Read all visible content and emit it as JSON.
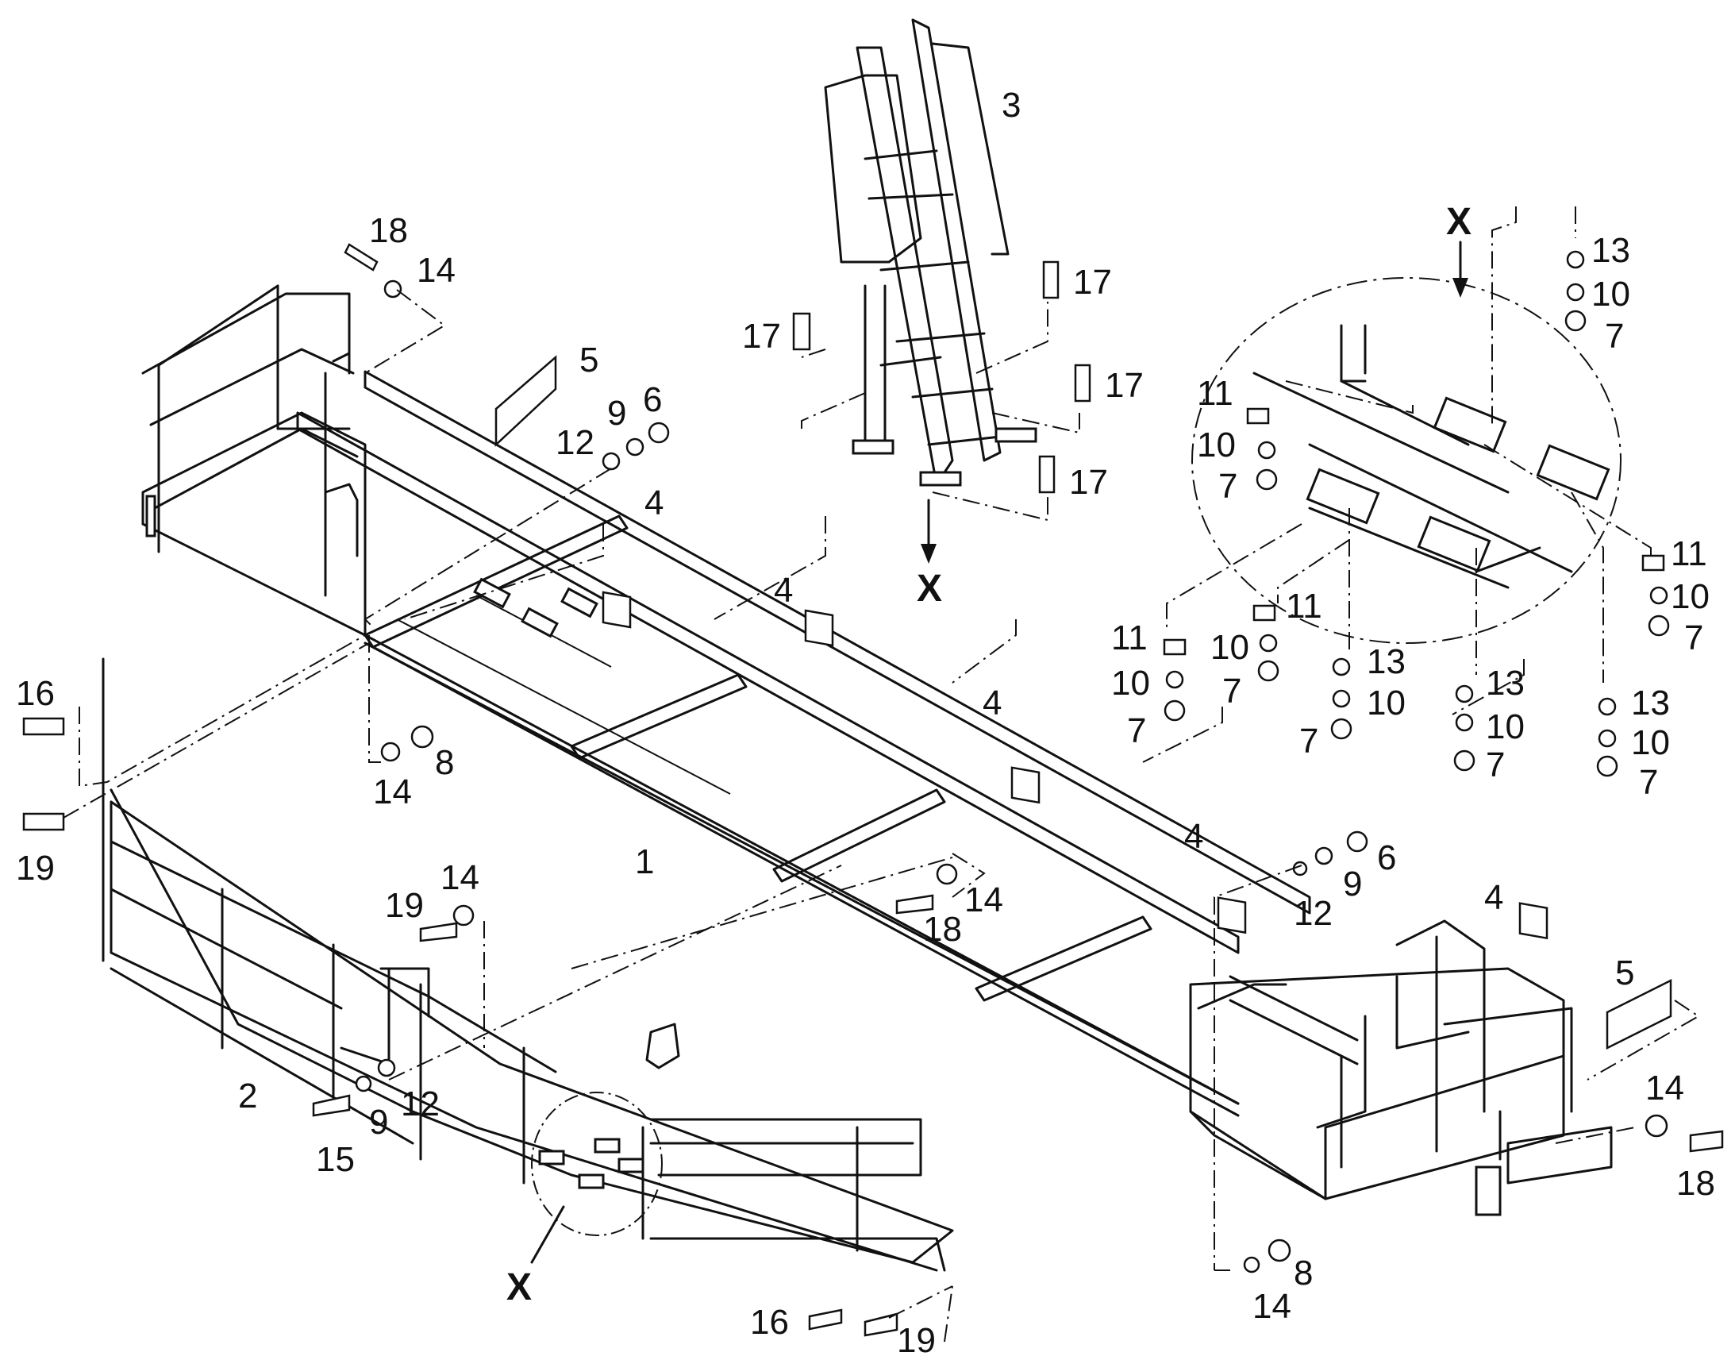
{
  "labels": {
    "p1": "1",
    "p2": "2",
    "p3": "3",
    "p4a": "4",
    "p4b": "4",
    "p4c": "4",
    "p4d": "4",
    "p4e": "4",
    "p5a": "5",
    "p5b": "5",
    "p6a": "6",
    "p6b": "6",
    "p7a": "7",
    "p7b": "7",
    "p7c": "7",
    "p7d": "7",
    "p7e": "7",
    "p7f": "7",
    "p7g": "7",
    "p7h": "7",
    "p8a": "8",
    "p8b": "8",
    "p9a": "9",
    "p9b": "9",
    "p9c": "9",
    "p10a": "10",
    "p10b": "10",
    "p10c": "10",
    "p10d": "10",
    "p10e": "10",
    "p10f": "10",
    "p10g": "10",
    "p10h": "10",
    "p11a": "11",
    "p11b": "11",
    "p11c": "11",
    "p11d": "11",
    "p12a": "12",
    "p12b": "12",
    "p12c": "12",
    "p13a": "13",
    "p13b": "13",
    "p13c": "13",
    "p13d": "13",
    "p14a": "14",
    "p14b": "14",
    "p14c": "14",
    "p14d": "14",
    "p14e": "14",
    "p14f": "14",
    "p15": "15",
    "p16a": "16",
    "p16b": "16",
    "p17a": "17",
    "p17b": "17",
    "p17c": "17",
    "p17d": "17",
    "p18a": "18",
    "p18b": "18",
    "p18c": "18",
    "p19a": "19",
    "p19b": "19",
    "p19c": "19",
    "xa": "X",
    "xb": "X",
    "xc": "X"
  }
}
